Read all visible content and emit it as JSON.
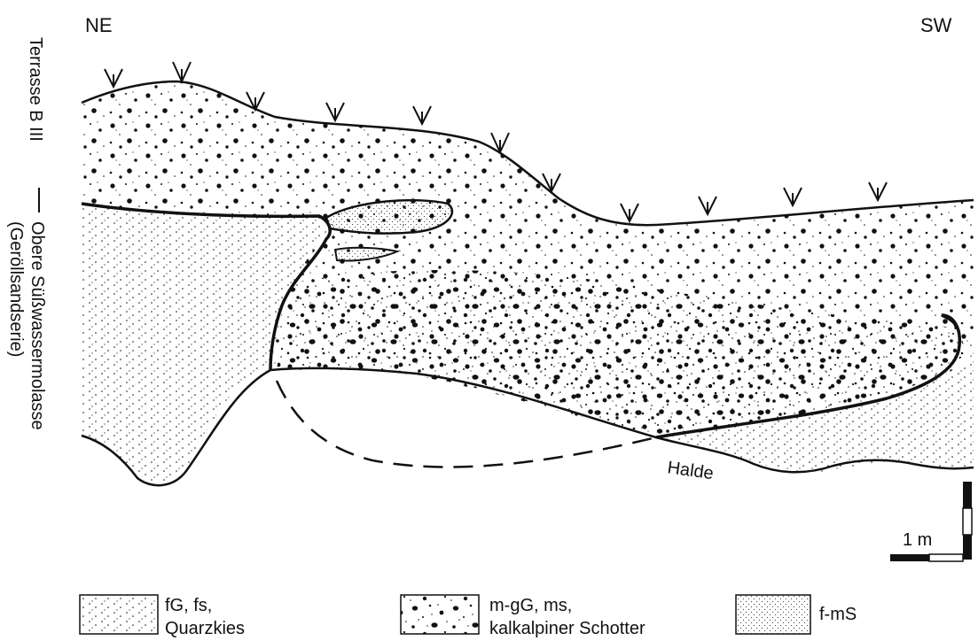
{
  "orientation": {
    "left": "NE",
    "right": "SW"
  },
  "side_labels": {
    "upper": "Terrasse B III",
    "lower_line1": "Obere Süßwassermolasse",
    "lower_line2": "(Geröllsandserie)"
  },
  "annotations": {
    "halde": "Halde"
  },
  "scale_bar": {
    "label": "1 m"
  },
  "legend": [
    {
      "key": "fine",
      "line1": "fG, fs,",
      "line2": "Quarzkies"
    },
    {
      "key": "coarse",
      "line1": "m-gG, ms,",
      "line2": "kalkalpiner Schotter"
    },
    {
      "key": "sand",
      "line1": "f-mS",
      "line2": ""
    }
  ]
}
